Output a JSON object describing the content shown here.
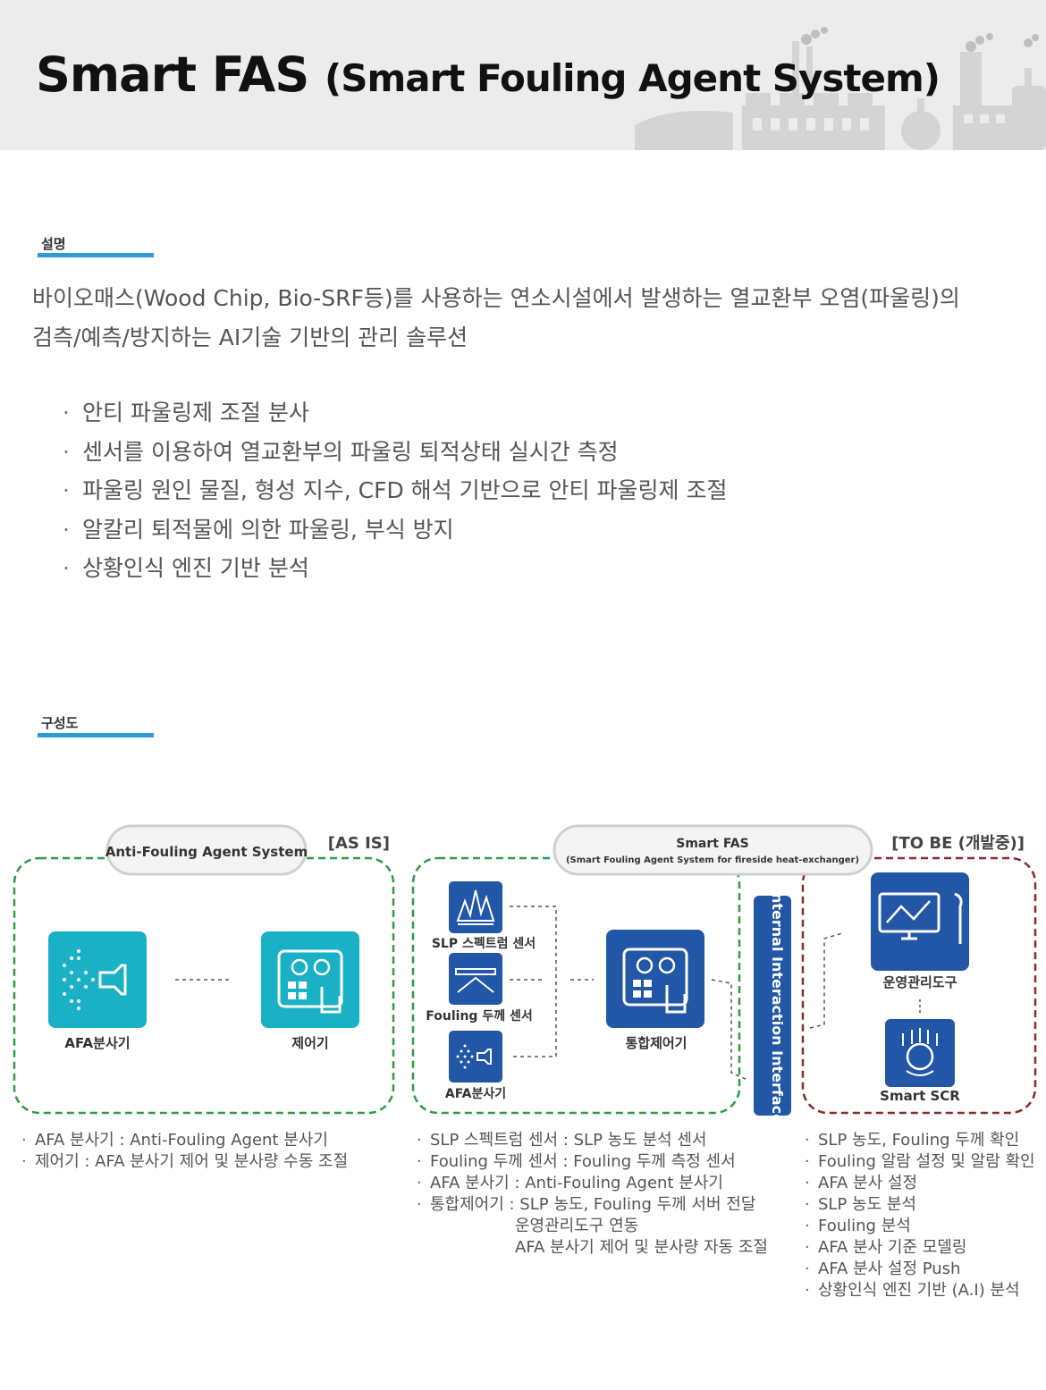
{
  "header": {
    "title_main": "Smart FAS",
    "title_sub": "(Smart Fouling Agent System)"
  },
  "section_description": {
    "label": "설명",
    "text_line1": "바이오매스(Wood Chip, Bio-SRF등)를 사용하는 연소시설에서 발생하는 열교환부 오염(파울링)의",
    "text_line2": "검측/예측/방지하는 AI기술 기반의 관리 솔루션",
    "bullets": [
      "안티 파울링제 조절 분사",
      "센서를 이용하여 열교환부의 파울링 퇴적상태 실시간 측정",
      "파울링 원인 물질, 형성 지수, CFD 해석 기반으로 안티 파울링제 조절",
      "알칼리 퇴적물에 의한 파울링, 부식 방지",
      "상황인식 엔진 기반 분석"
    ]
  },
  "section_diagram": {
    "label": "구성도"
  },
  "as_is": {
    "pill": "Anti-Fouling Agent System",
    "tag": "[AS IS]",
    "afa_label": "AFA분사기",
    "controller_label": "제어기",
    "notes": [
      "AFA 분사기  :  Anti-Fouling Agent 분사기",
      "제어기  :  AFA 분사기 제어 및 분사량 수동 조절"
    ]
  },
  "smart_fas": {
    "pill_title": "Smart FAS",
    "pill_subtitle": "(Smart Fouling Agent System for fireside heat-exchanger)",
    "slp_label": "SLP 스펙트럼 센서",
    "fouling_label": "Fouling 두께 센서",
    "afa_label": "AFA분사기",
    "integrated_label": "통합제어기",
    "notes": [
      "SLP 스펙트럼 센서 : SLP 농도 분석 센서",
      "Fouling 두께 센서 :  Fouling 두께 측정 센서",
      "AFA 분사기 : Anti-Fouling Agent 분사기",
      "통합제어기 : SLP 농도, Fouling 두께 서버 전달",
      "운영관리도구 연동",
      "AFA 분사기 제어 및 분사량 자동 조절"
    ]
  },
  "interface": {
    "label": "Internal Interaction Interface"
  },
  "to_be": {
    "tag": "[TO BE (개발중)]",
    "ops_label": "운영관리도구",
    "scr_label": "Smart SCR",
    "notes": [
      "SLP 농도, Fouling 두께 확인",
      "Fouling 알람 설정 및 알람 확인",
      "AFA 분사 설정",
      "SLP 농도 분석",
      "Fouling 분석",
      "AFA 분사 기준 모델링",
      "AFA 분사 설정 Push",
      "상황인식 엔진 기반 (A.I) 분석"
    ]
  },
  "colors": {
    "teal": "#1ab0c6",
    "blue": "#2256a6",
    "green_dash": "#2e9b47",
    "red_dash": "#8b2a2a",
    "accent_bar": "#2e9bd6"
  }
}
